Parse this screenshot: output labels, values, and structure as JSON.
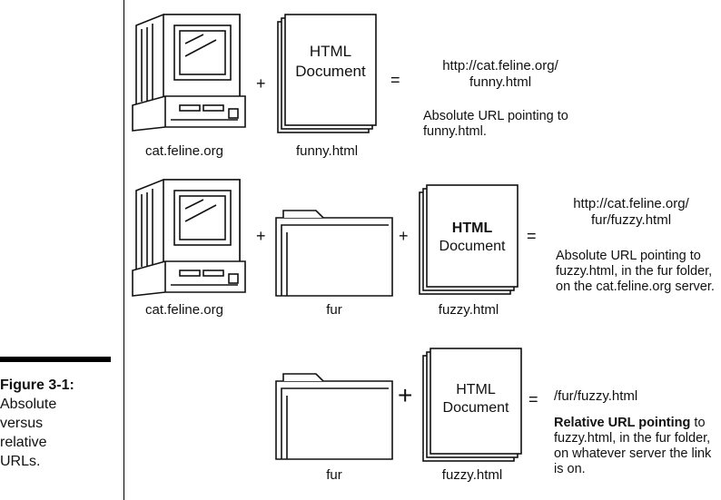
{
  "figure": {
    "number": "Figure 3-1:",
    "caption": "Absolute versus relative URLs."
  },
  "operators": {
    "plus": "+",
    "equals": "="
  },
  "document_icon": {
    "line1": "HTML",
    "line2": "Document"
  },
  "row1": {
    "computer_label": "cat.feline.org",
    "file_label": "funny.html",
    "url_line1": "http://cat.feline.org/",
    "url_line2": "funny.html",
    "description": "Absolute URL pointing to funny.html."
  },
  "row2": {
    "computer_label": "cat.feline.org",
    "folder_label": "fur",
    "file_label": "fuzzy.html",
    "url_line1": "http://cat.feline.org/",
    "url_line2": "fur/fuzzy.html",
    "description": "Absolute URL pointing to fuzzy.html, in the fur folder, on the cat.feline.org server."
  },
  "row3": {
    "folder_label": "fur",
    "file_label": "fuzzy.html",
    "url": "/fur/fuzzy.html",
    "description_bold": "Relative URL pointing",
    "description_rest": "to fuzzy.html, in the fur folder, on whatever server the link is on."
  }
}
